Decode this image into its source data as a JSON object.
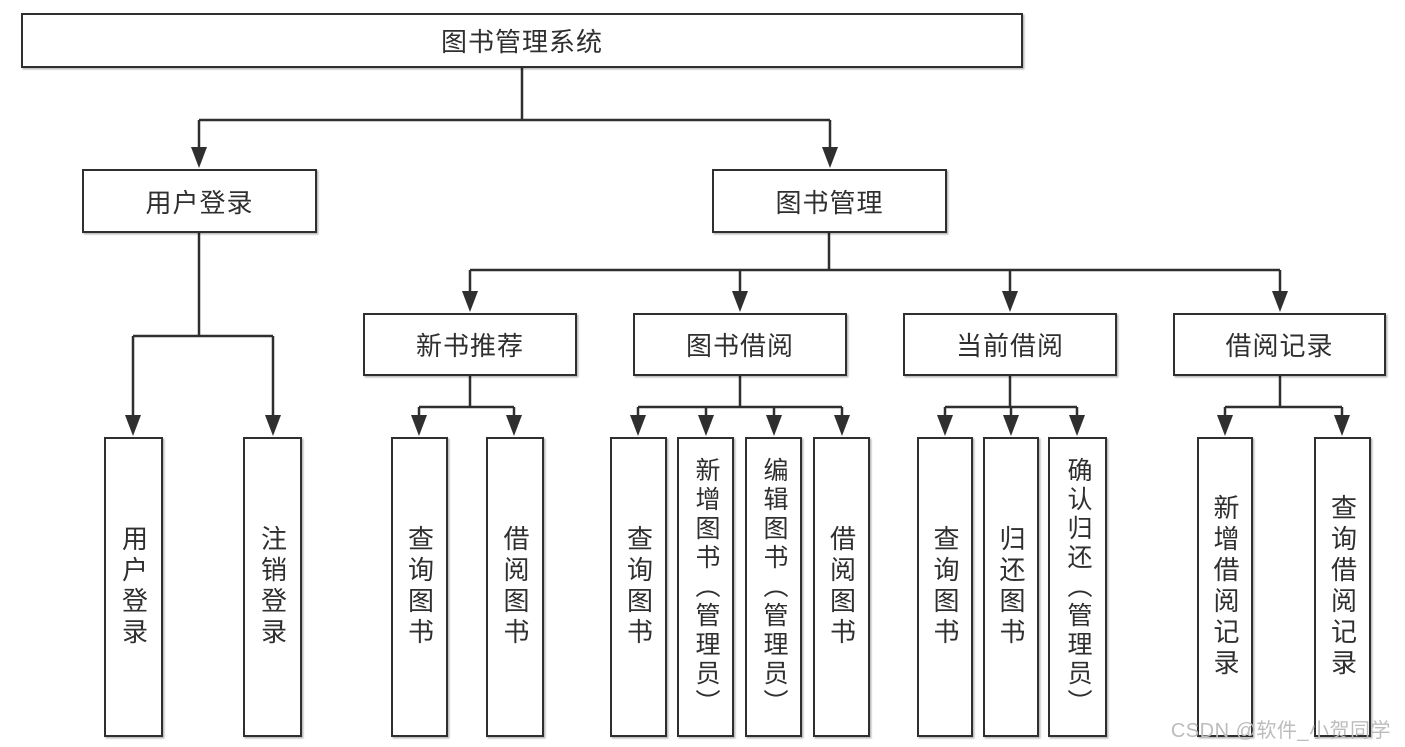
{
  "diagram": {
    "title": "图书管理系统",
    "branches": {
      "user_login": {
        "label": "用户登录",
        "children": [
          "用户登录",
          "注销登录"
        ]
      },
      "book_management": {
        "label": "图书管理",
        "sections": {
          "new_book_recommend": {
            "label": "新书推荐",
            "children": [
              "查询图书",
              "借阅图书"
            ]
          },
          "book_borrowing": {
            "label": "图书借阅",
            "children": [
              "查询图书",
              "新增图书（管理员）",
              "编辑图书（管理员）",
              "借阅图书"
            ]
          },
          "current_borrowing": {
            "label": "当前借阅",
            "children": [
              "查询图书",
              "归还图书",
              "确认归还（管理员）"
            ]
          },
          "borrowing_records": {
            "label": "借阅记录",
            "children": [
              "新增借阅记录",
              "查询借阅记录"
            ]
          }
        }
      }
    }
  },
  "watermark": {
    "text": "CSDN @软件_小贺同学"
  },
  "colors": {
    "line": "#2f2f2f",
    "box_background": "#ffffff",
    "text": "#2f2f2f",
    "watermark": "#bcbcbc"
  }
}
